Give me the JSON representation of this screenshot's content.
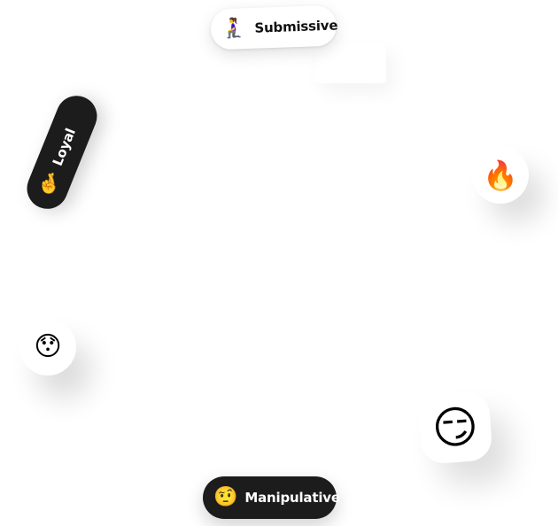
{
  "chips": {
    "submissive": {
      "label": "Submissive",
      "emoji": "🧎‍♀️"
    },
    "loyal": {
      "label": "Loyal",
      "emoji": "🤞"
    },
    "manipulative": {
      "label": "Manipulative",
      "emoji": "🤨"
    }
  },
  "badges": {
    "fire": {
      "emoji": "🔥"
    },
    "surprised": {
      "emoji": "😯"
    },
    "smirk": {
      "emoji": "😏"
    }
  },
  "colors": {
    "light_chip": "#ffffff",
    "dark_chip": "#1c1c1c",
    "background": "#ffffff"
  }
}
